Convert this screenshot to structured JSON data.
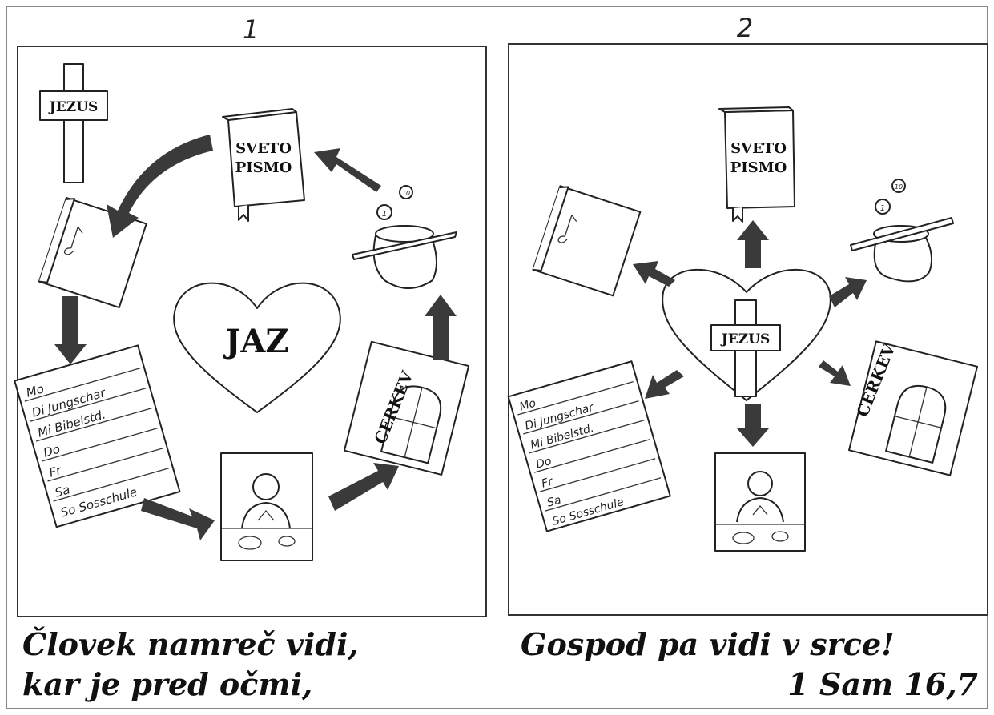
{
  "panels": [
    {
      "number": "1",
      "heart_label": "JAZ",
      "cross_label": "JEZUS",
      "bible_label_line1": "SVETO",
      "bible_label_line2": "PISMO",
      "church_label": "CERKEV",
      "coin_1": "1",
      "coin_10": "10",
      "schedule": [
        "Mo",
        "Di Jungschar",
        "Mi Bibelstd.",
        "Do",
        "Fr",
        "Sa",
        "So Sosschule"
      ]
    },
    {
      "number": "2",
      "cross_label": "JEZUS",
      "bible_label_line1": "SVETO",
      "bible_label_line2": "PISMO",
      "church_label": "CERKEV",
      "coin_1": "1",
      "coin_10": "10",
      "schedule": [
        "Mo",
        "Di Jungschar",
        "Mi Bibelstd.",
        "Do",
        "Fr",
        "Sa",
        "So Sosschule"
      ]
    }
  ],
  "captions": {
    "left_line1": "Človek namreč vidi,",
    "left_line2": "kar je pred očmi,",
    "right_line1": "Gospod pa vidi v srce!",
    "reference": "1 Sam 16,7"
  }
}
